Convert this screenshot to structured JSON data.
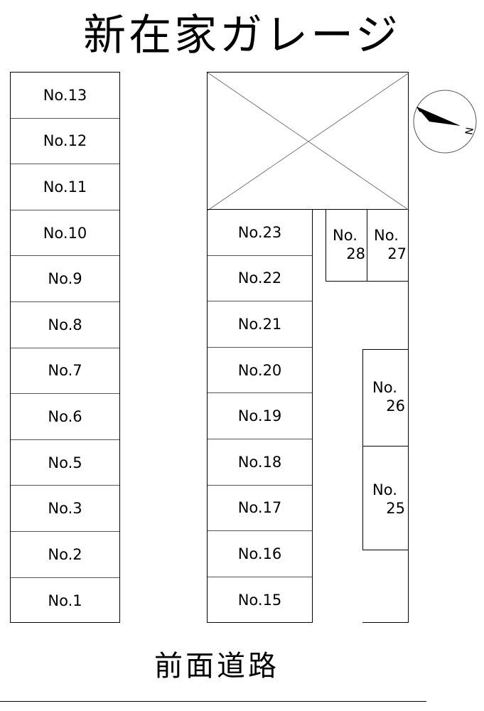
{
  "title": "新在家ガレージ",
  "road_label": "前面道路",
  "compass_label": "N",
  "left_column": [
    "No.13",
    "No.12",
    "No.11",
    "No.10",
    "No.9",
    "No.8",
    "No.7",
    "No.6",
    "No.5",
    "No.3",
    "No.2",
    "No.1"
  ],
  "middle_column": [
    "No.23",
    "No.22",
    "No.21",
    "No.20",
    "No.19",
    "No.18",
    "No.17",
    "No.16",
    "No.15"
  ],
  "slot28": {
    "line1": "No.",
    "line2": "28"
  },
  "slot27": {
    "line1": "No.",
    "line2": "27"
  },
  "slot26": {
    "line1": "No.",
    "line2": "26"
  },
  "slot25": {
    "line1": "No.",
    "line2": "25"
  }
}
